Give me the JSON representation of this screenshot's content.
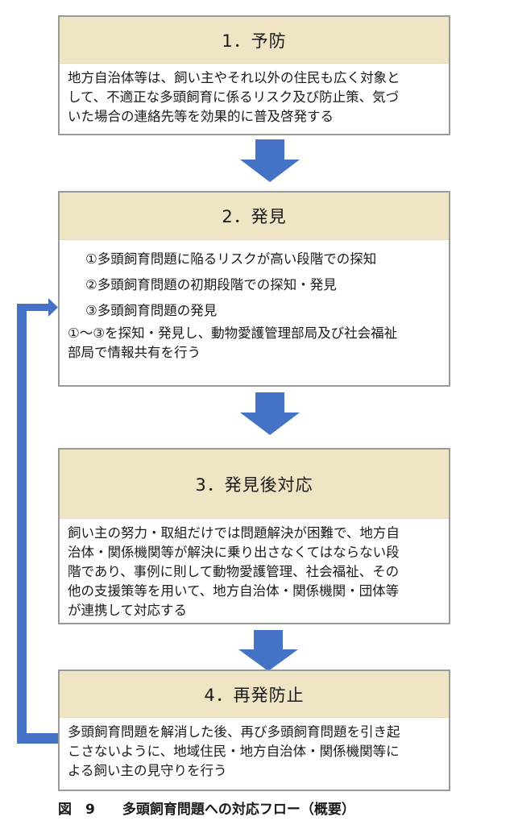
{
  "colors": {
    "header_fill": "#efe4c3",
    "arrow_blue": "#4472c4",
    "border_grey": "#9a9a9a"
  },
  "steps": [
    {
      "title": "1．予防",
      "body": [
        "地方自治体等は、飼い主やそれ以外の住民も広く対象と",
        "して、不適正な多頭飼育に係るリスク及び防止策、気づ",
        "いた場合の連絡先等を効果的に普及啓発する"
      ]
    },
    {
      "title": "2．発見",
      "items": [
        "①多頭飼育問題に陥るリスクが高い段階での探知",
        "②多頭飼育問題の初期段階での探知・発見",
        "③多頭飼育問題の発見"
      ],
      "body": [
        "①～③を探知・発見し、動物愛護管理部局及び社会福祉",
        "部局で情報共有を行う"
      ]
    },
    {
      "title": "3．発見後対応",
      "body": [
        "飼い主の努力・取組だけでは問題解決が困難で、地方自",
        "治体・関係機関等が解決に乗り出さなくてはならない段",
        "階であり、事例に則して動物愛護管理、社会福祉、その",
        "他の支援策等を用いて、地方自治体・関係機関・団体等",
        "が連携して対応する"
      ]
    },
    {
      "title": "4．再発防止",
      "body": [
        "多頭飼育問題を解消した後、再び多頭飼育問題を引き起",
        "こさないように、地域住民・地方自治体・関係機関等に",
        "よる飼い主の見守りを行う"
      ]
    }
  ],
  "arrows": [
    {
      "from": "1．予防",
      "to": "2．発見",
      "icon": "down-arrow-icon"
    },
    {
      "from": "2．発見",
      "to": "3．発見後対応",
      "icon": "down-arrow-icon"
    },
    {
      "from": "3．発見後対応",
      "to": "4．再発防止",
      "icon": "down-arrow-icon"
    },
    {
      "from": "4．再発防止",
      "to": "2．発見",
      "icon": "loop-back-arrow-icon"
    }
  ],
  "caption": "図　9　　多頭飼育問題への対応フロー（概要）"
}
